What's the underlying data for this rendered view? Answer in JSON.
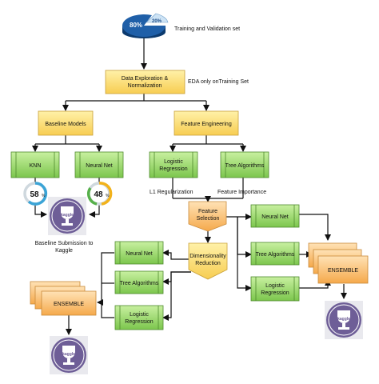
{
  "pie": {
    "big_label": "80%",
    "small_label": "20%",
    "caption": "Training and Validation set"
  },
  "eda": {
    "label_1": "Data Exploration &",
    "label_2": "Normalization",
    "note": "EDA only onTraining Set"
  },
  "baseline": {
    "label": "Baseline Models"
  },
  "feature_eng": {
    "label": "Feature Engineering"
  },
  "knn": {
    "label": "KNN",
    "score": "58",
    "unit": "%"
  },
  "neural_net_1": {
    "label": "Neural Net",
    "score": "48",
    "unit": "%"
  },
  "submission": {
    "line_1": "Baseline Submission to",
    "line_2": "Kaggle"
  },
  "logreg_1": {
    "line_1": "Logistic",
    "line_2": "Regression"
  },
  "tree_1": {
    "label": "Tree Algorithms"
  },
  "l1": {
    "label": "L1 Regularization"
  },
  "importance": {
    "label": "Feature Importance"
  },
  "feature_selection": {
    "line_1": "Feature",
    "line_2": "Selection"
  },
  "dim_reduction": {
    "line_1": "Dimensionality",
    "line_2": "Reduction"
  },
  "right_models": {
    "neural_net": "Neural Net",
    "tree": "Tree Algorithms",
    "logreg_1": "Logistic",
    "logreg_2": "Regression"
  },
  "left_models": {
    "neural_net": "Neural Net",
    "tree": "Tree Algorithms",
    "logreg_1": "Logistic",
    "logreg_2": "Regression"
  },
  "ensemble_right": {
    "label": "ENSEMBLE"
  },
  "ensemble_left": {
    "label": "ENSEMBLE"
  },
  "kaggle_label": "kaggle",
  "colors": {
    "yellow": "#fdd86b",
    "green": "#98d66d",
    "orange": "#fbc47b",
    "blue": "#1f5fa8",
    "knn_ring": "#3ba4d6",
    "nn_ring": "#f2b21b"
  }
}
